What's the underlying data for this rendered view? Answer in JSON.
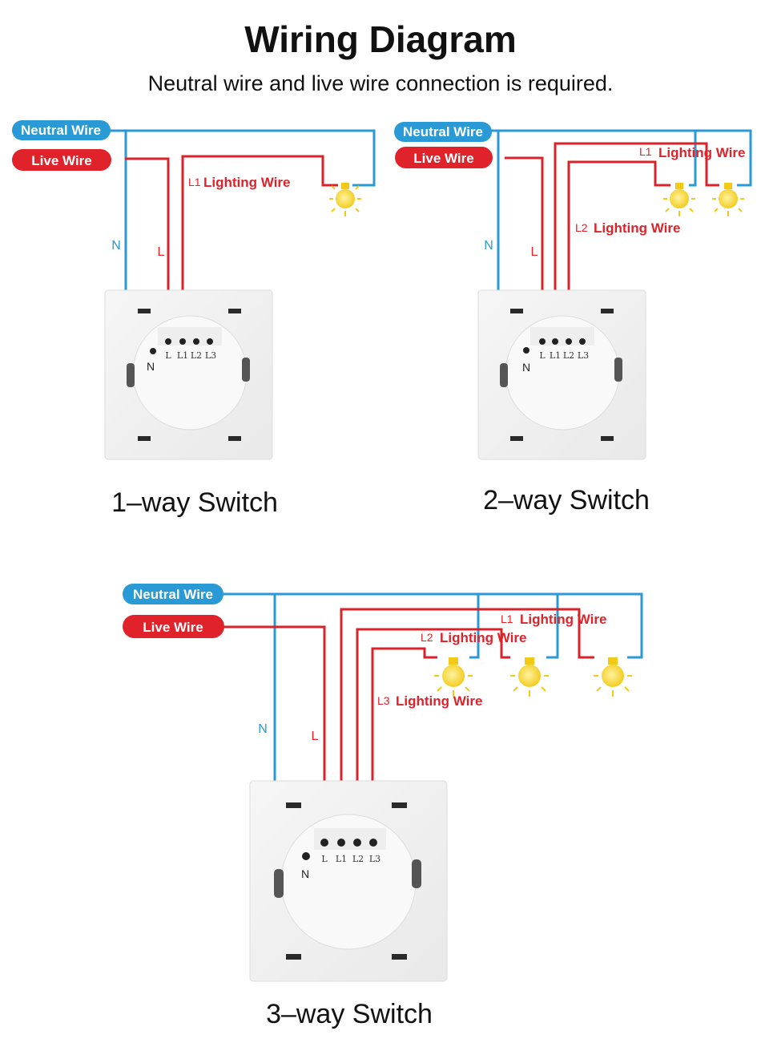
{
  "title": "Wiring Diagram",
  "subtitle": "Neutral wire and live wire connection is required.",
  "labels": {
    "neutral_wire": "Neutral Wire",
    "live_wire": "Live Wire",
    "n": "N",
    "l": "L",
    "lighting_wire": "Lighting Wire",
    "l1": "L1",
    "l2": "L2",
    "l3": "L3"
  },
  "terminals": [
    "L",
    "L1",
    "L2",
    "L3"
  ],
  "captions": {
    "one_way": "1–way Switch",
    "two_way": "2–way Switch",
    "three_way": "3–way Switch"
  },
  "colors": {
    "neutral": "#2a9ad6",
    "live": "#e0222a",
    "bulb": "#f5d21a"
  },
  "icons": [
    "light-bulb-icon"
  ]
}
